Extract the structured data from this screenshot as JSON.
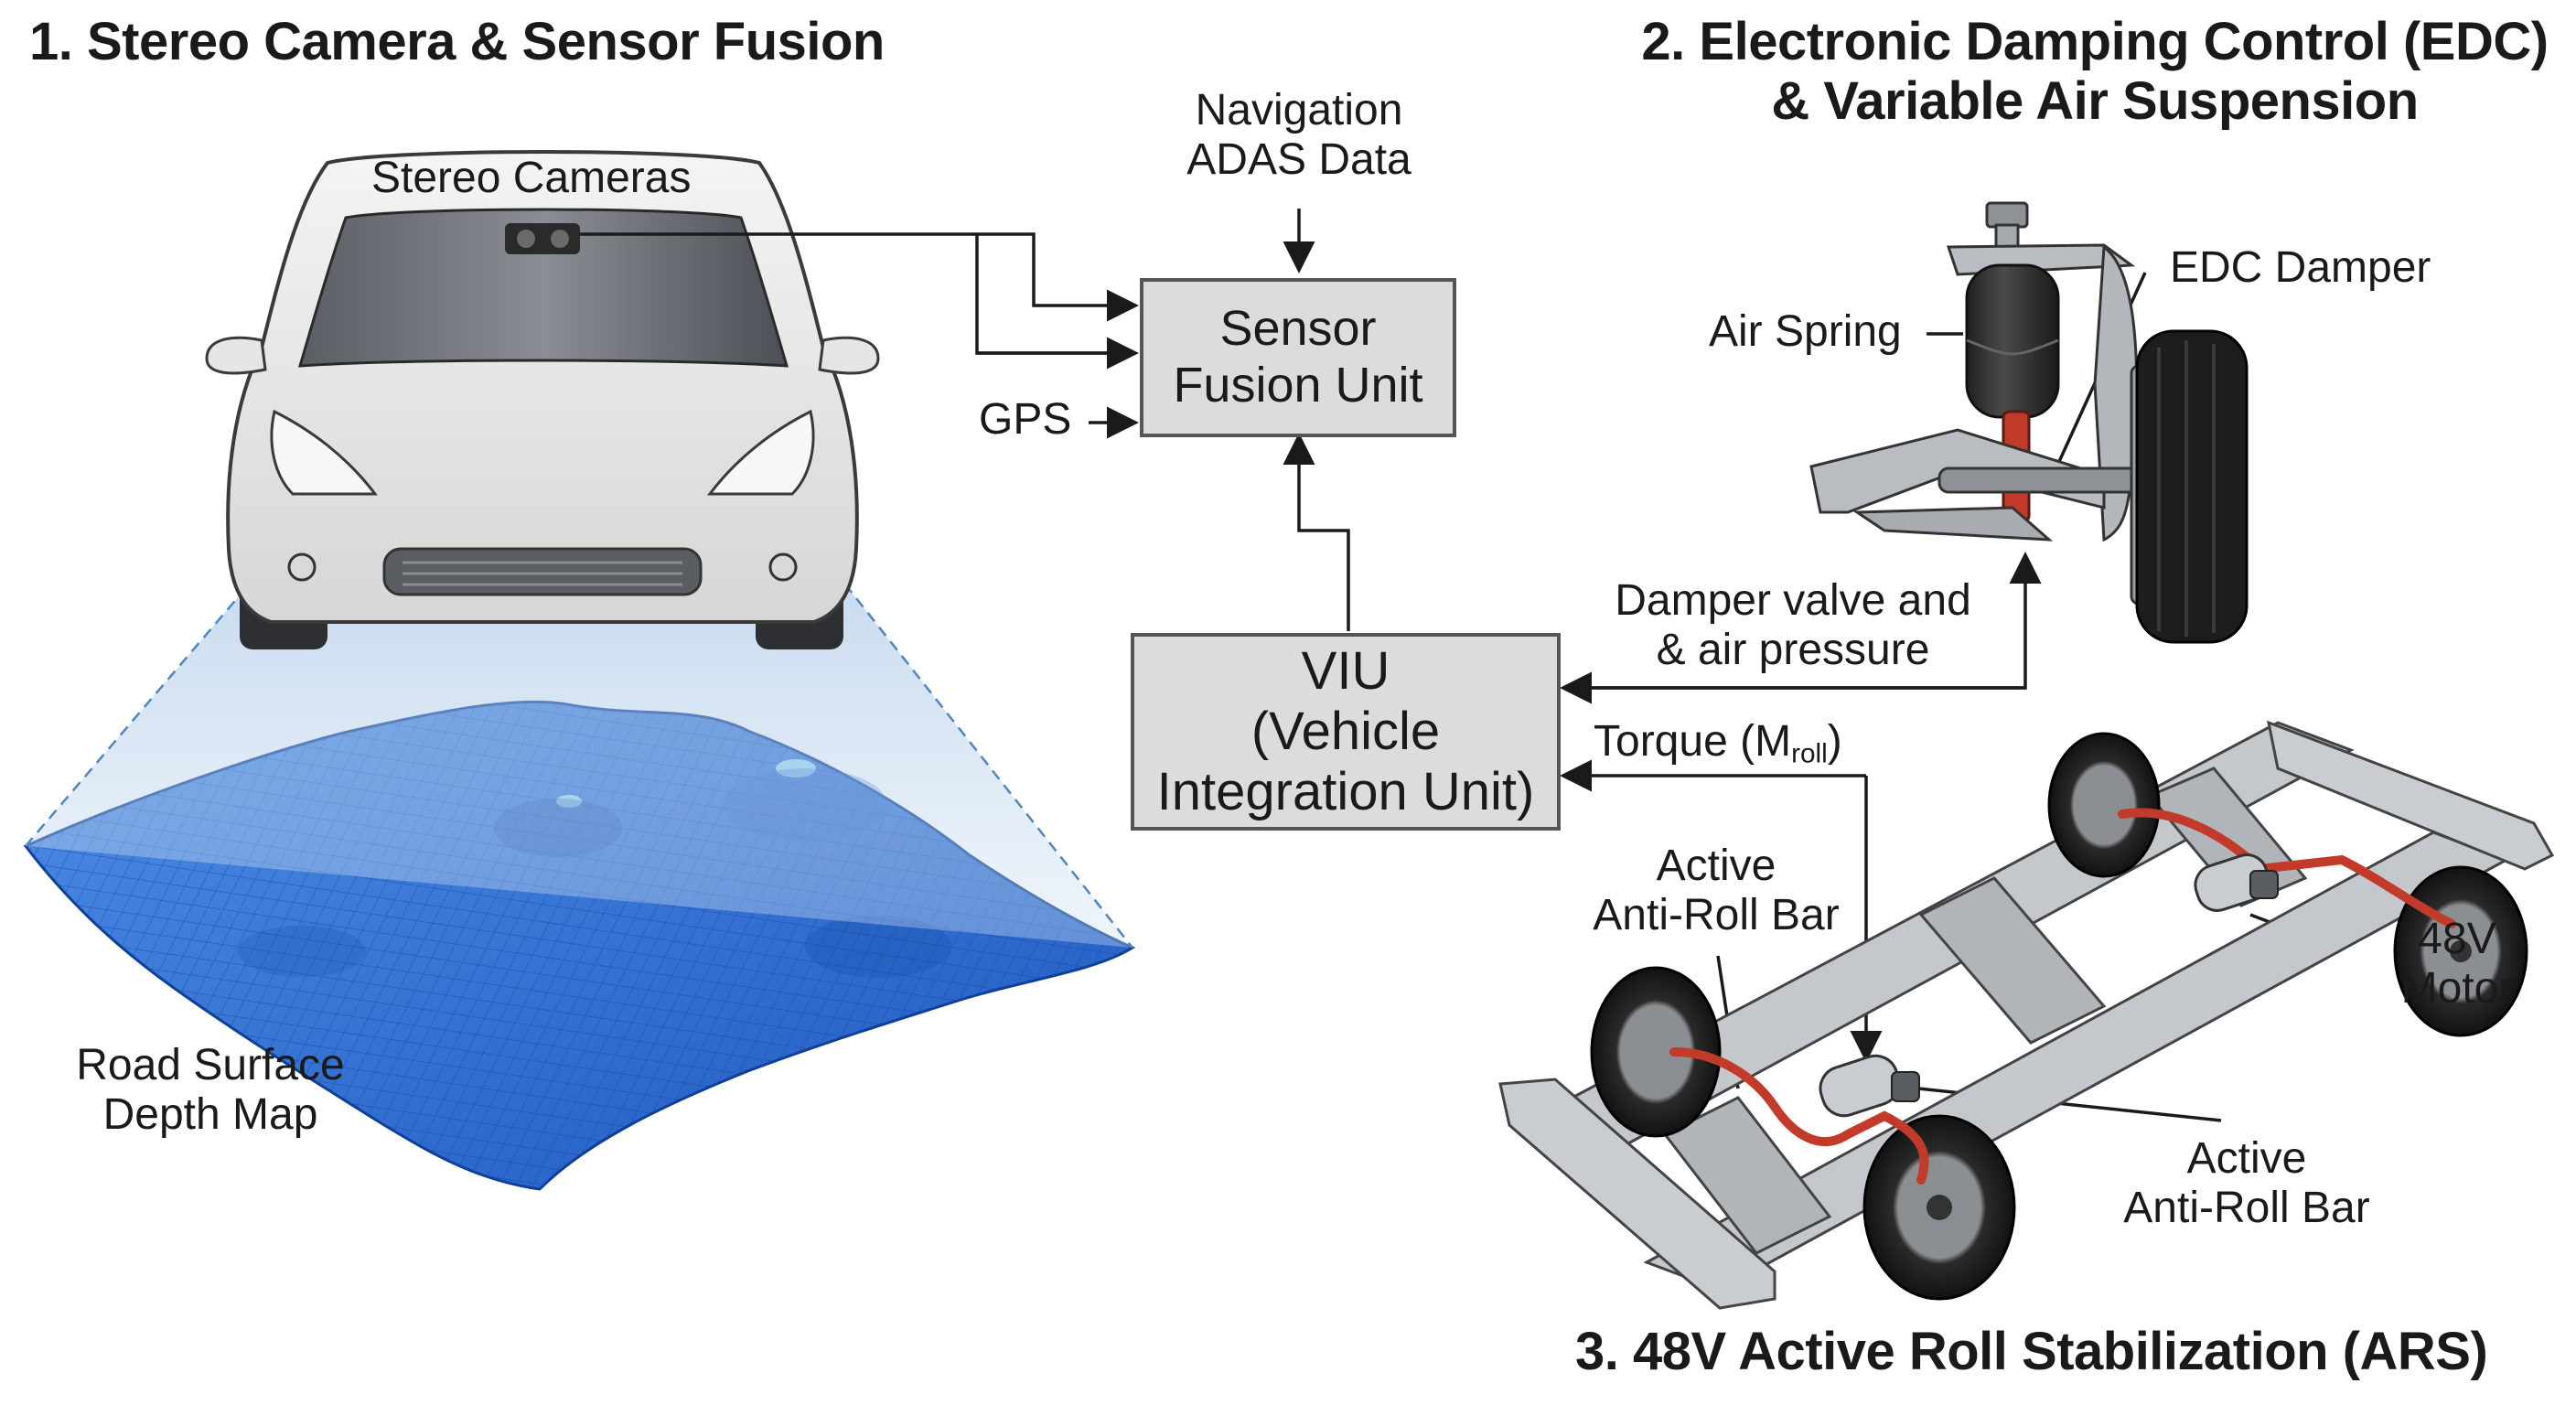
{
  "sections": {
    "s1_title": "1. Stereo Camera & Sensor Fusion",
    "s2_title_line1": "2. Electronic Damping Control (EDC)",
    "s2_title_line2": "& Variable Air Suspension",
    "s3_title": "3. 48V Active Roll Stabilization (ARS)"
  },
  "labels": {
    "stereo_cameras": "Stereo Cameras",
    "navigation_line1": "Navigation",
    "navigation_line2": "ADAS Data",
    "gps": "GPS",
    "road_line1": "Road Surface",
    "road_line2": "Depth Map",
    "air_spring": "Air Spring",
    "edc_damper": "EDC Damper",
    "damper_line1": "Damper valve and",
    "damper_line2": "& air pressure",
    "torque_prefix": "Torque (M",
    "torque_sub": "roll",
    "torque_suffix": ")",
    "arb_left_line1": "Active",
    "arb_left_line2": "Anti-Roll Bar",
    "motor_line1": "48V",
    "motor_line2": "Motor",
    "arb_right_line1": "Active",
    "arb_right_line2": "Anti-Roll Bar"
  },
  "boxes": {
    "sensor_fusion_line1": "Sensor",
    "sensor_fusion_line2": "Fusion Unit",
    "viu_line1": "VIU",
    "viu_line2": "(Vehicle",
    "viu_line3": "Integration Unit)"
  },
  "colors": {
    "box_fill": "#dcdcdc",
    "box_border": "#555555",
    "mesh_blue": "#2f6fd6",
    "camera_cone": "#8fb7dd",
    "damper_red": "#c23a2a",
    "chassis_grey": "#b9bcc0",
    "line": "#1a1a1a"
  }
}
